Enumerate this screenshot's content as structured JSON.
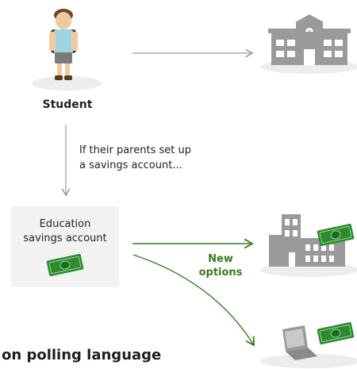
{
  "student_label": "Student",
  "condition_text": [
    "If their parents set up",
    "a savings account..."
  ],
  "esa_label": [
    "Education",
    "savings account"
  ],
  "new_options_label": [
    "New",
    "options"
  ],
  "footer_title": "on polling language",
  "icons": {
    "student": "student-with-backpack-icon",
    "school": "public-school-building-icon",
    "private_school": "private-school-building-icon",
    "laptop": "laptop-online-learning-icon",
    "money": "dollar-bill-icon"
  },
  "colors": {
    "accent_green": "#3b7a1f",
    "bill_green": "#2f8a2f",
    "building_gray": "#9a9a9a",
    "arrow_gray": "#9a9a9a",
    "box_bg": "#f2f2f2"
  }
}
